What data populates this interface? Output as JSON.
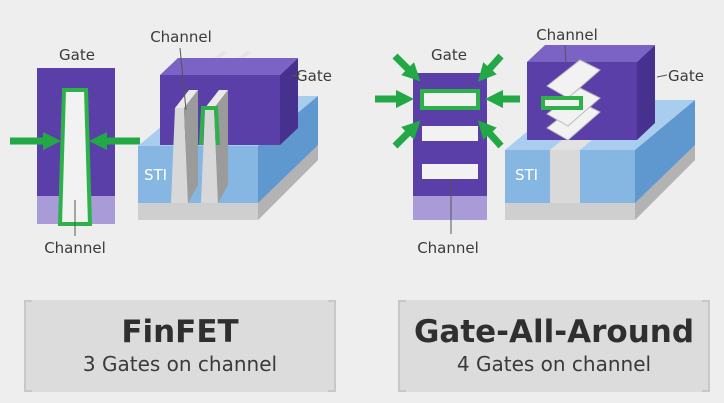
{
  "labels": {
    "gate": "Gate",
    "channel": "Channel",
    "sti": "STI"
  },
  "finfet": {
    "title": "FinFET",
    "subtitle": "3 Gates on channel"
  },
  "gaa": {
    "title": "Gate-All-Around",
    "subtitle": "4 Gates on channel"
  },
  "colors": {
    "gate": "#5b3fa8",
    "gate_dark": "#463193",
    "channel_outline": "#2db24a",
    "arrow": "#22a845",
    "oxide": "#7fb2e0",
    "substrate": "#cfcfcf",
    "background": "#eeeeee"
  }
}
